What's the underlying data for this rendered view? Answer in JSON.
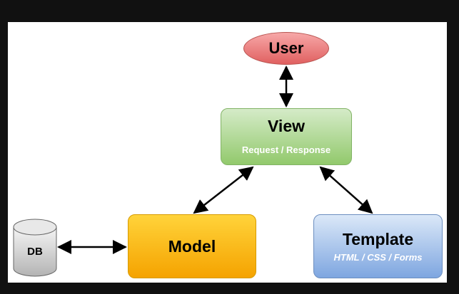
{
  "diagram": {
    "nodes": {
      "user": {
        "label": "User",
        "shape": "ellipse",
        "fill": "#ea6b66"
      },
      "view": {
        "label": "View",
        "sublabel": "Request / Response",
        "shape": "rounded-rect",
        "fill": "#97d077"
      },
      "model": {
        "label": "Model",
        "shape": "rounded-rect",
        "fill": "#ffc31f"
      },
      "template": {
        "label": "Template",
        "sublabel": "HTML / CSS / Forms",
        "shape": "rounded-rect",
        "fill": "#a9c4eb"
      },
      "db": {
        "label": "DB",
        "shape": "cylinder",
        "fill": "#d4d4d4"
      }
    },
    "edges": [
      {
        "from": "User",
        "to": "View",
        "direction": "bidirectional"
      },
      {
        "from": "View",
        "to": "Model",
        "direction": "bidirectional"
      },
      {
        "from": "View",
        "to": "Template",
        "direction": "bidirectional"
      },
      {
        "from": "DB",
        "to": "Model",
        "direction": "bidirectional"
      }
    ]
  }
}
